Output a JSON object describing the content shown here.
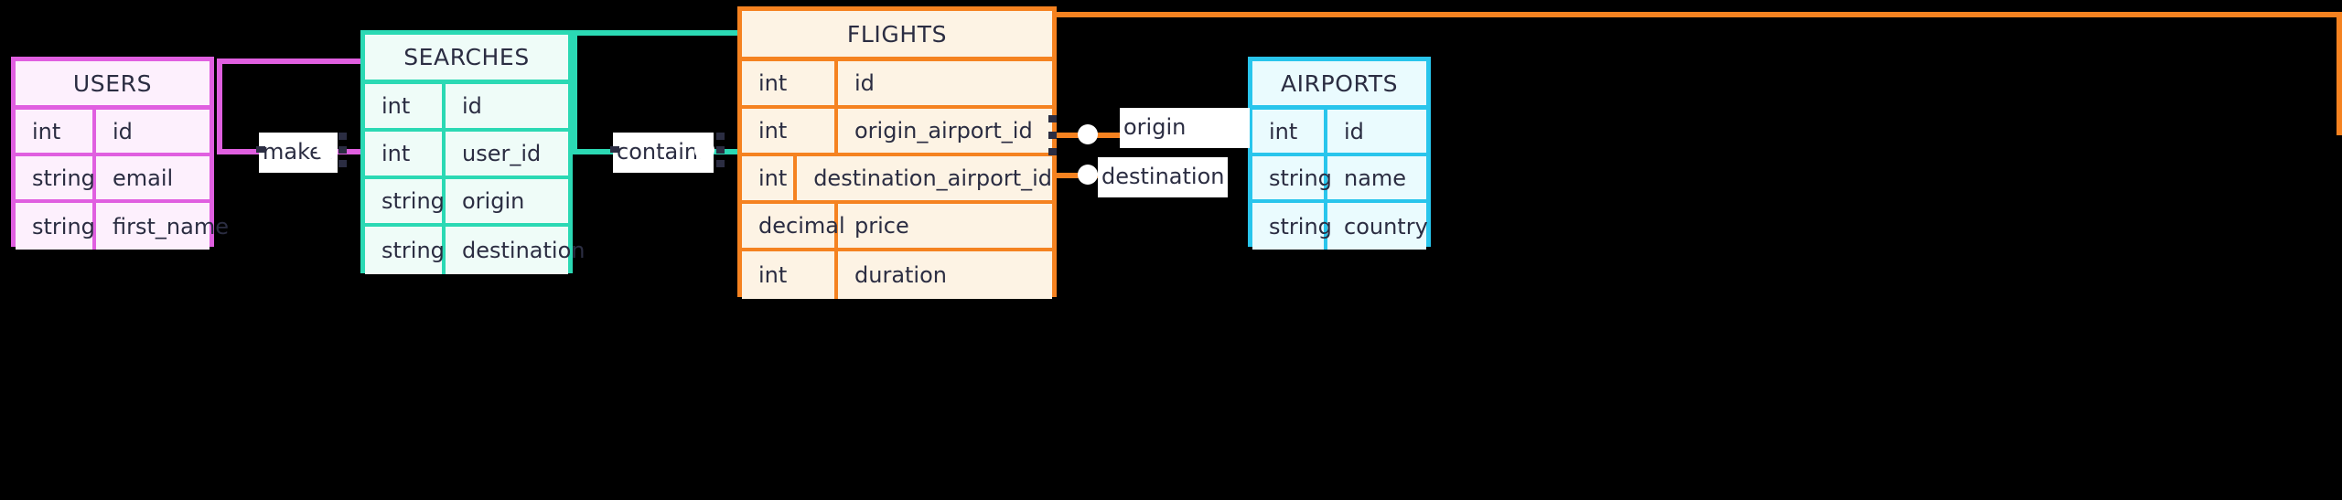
{
  "diagram": {
    "type": "entity-relationship-diagram",
    "background": "#000000",
    "notation": "crow's foot"
  },
  "entities": [
    {
      "id": "users",
      "name": "USERS",
      "color": "#e05fe0",
      "fill": "#fdf0fd",
      "attributes": [
        {
          "type": "int",
          "name": "id"
        },
        {
          "type": "string",
          "name": "email"
        },
        {
          "type": "string",
          "name": "first_name"
        }
      ]
    },
    {
      "id": "searches",
      "name": "SEARCHES",
      "color": "#2bd9b4",
      "fill": "#effcf8",
      "attributes": [
        {
          "type": "int",
          "name": "id"
        },
        {
          "type": "int",
          "name": "user_id"
        },
        {
          "type": "string",
          "name": "origin"
        },
        {
          "type": "string",
          "name": "destination"
        }
      ]
    },
    {
      "id": "flights",
      "name": "FLIGHTS",
      "color": "#f58220",
      "fill": "#fdf3e4",
      "attributes": [
        {
          "type": "int",
          "name": "id"
        },
        {
          "type": "int",
          "name": "origin_airport_id"
        },
        {
          "type": "int",
          "name": "destination_airport_id"
        },
        {
          "type": "decimal",
          "name": "price"
        },
        {
          "type": "int",
          "name": "duration"
        }
      ]
    },
    {
      "id": "airports",
      "name": "AIRPORTS",
      "color": "#29c5ec",
      "fill": "#eafbfe",
      "attributes": [
        {
          "type": "int",
          "name": "id"
        },
        {
          "type": "string",
          "name": "name"
        },
        {
          "type": "string",
          "name": "country"
        }
      ]
    }
  ],
  "relationships": [
    {
      "id": "makes",
      "label": "makes",
      "from": "users",
      "to": "searches",
      "color": "#e05fe0"
    },
    {
      "id": "contains",
      "label": "contains",
      "from": "searches",
      "to": "flights",
      "color": "#2bd9b4"
    },
    {
      "id": "origin",
      "label": "origin",
      "from": "flights",
      "to": "airports",
      "color": "#f58220"
    },
    {
      "id": "destination",
      "label": "destination",
      "from": "flights",
      "to": "airports",
      "color": "#f58220"
    }
  ]
}
